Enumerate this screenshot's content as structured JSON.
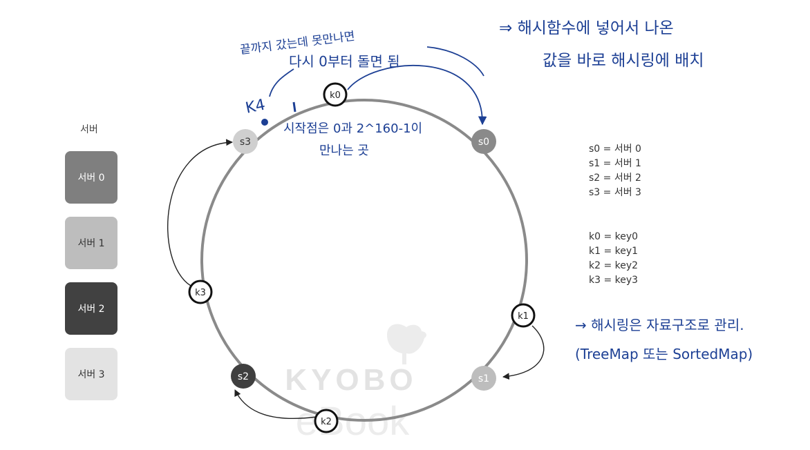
{
  "legend": {
    "title": "서버",
    "servers": [
      {
        "label": "서버 0",
        "fill": "#7f7f7f",
        "text_color": "#ffffff"
      },
      {
        "label": "서버 1",
        "fill": "#bdbdbd",
        "text_color": "#333333"
      },
      {
        "label": "서버 2",
        "fill": "#414141",
        "text_color": "#ffffff"
      },
      {
        "label": "서버 3",
        "fill": "#e3e3e3",
        "text_color": "#333333"
      }
    ]
  },
  "ring": {
    "color": "#8a8a8a",
    "servers": [
      {
        "label": "s0",
        "fill": "#8a8a8a",
        "text": "#ffffff"
      },
      {
        "label": "s1",
        "fill": "#bdbdbd",
        "text": "#ffffff"
      },
      {
        "label": "s2",
        "fill": "#3f3f3f",
        "text": "#ffffff"
      },
      {
        "label": "s3",
        "fill": "#cfcfcf",
        "text": "#333333"
      }
    ],
    "keys": [
      "k0",
      "k1",
      "k2",
      "k3"
    ]
  },
  "server_map": [
    "s0 = 서버 0",
    "s1 = 서버 1",
    "s2 = 서버 2",
    "s3 = 서버 3"
  ],
  "key_map": [
    "k0 = key0",
    "k1 = key1",
    "k2 = key2",
    "k3 = key3"
  ],
  "watermark": {
    "line1": "KYOBO",
    "line2": "eBook"
  },
  "annotations": {
    "color": "#1c3f94",
    "top_note": [
      "끝까지 갔는데 못만나면",
      "다시 0부터 돌면 됨"
    ],
    "k4": "K4",
    "start_note": [
      "시작점은 0과 2^160-1이",
      "만나는 곳"
    ],
    "hash_note": [
      "⇒ 해시함수에 넣어서 나온",
      "값을 바로 해시링에 배치"
    ],
    "structure_note": [
      "→ 해시링은 자료구조로 관리.",
      "(TreeMap 또는 SortedMap)"
    ]
  }
}
